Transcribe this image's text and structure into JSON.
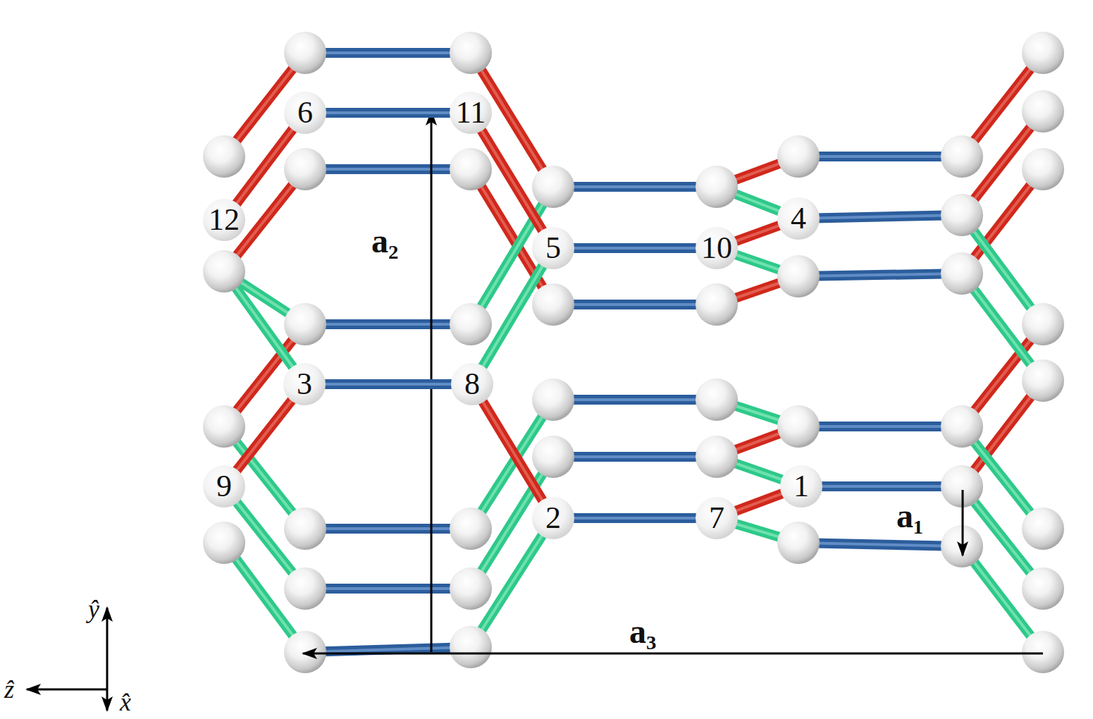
{
  "diagram": {
    "nodes": [
      {
        "text": [
          "6"
        ]
      },
      {
        "text": [
          "11"
        ]
      },
      {
        "text": [
          "12"
        ]
      },
      {
        "text": [
          "4"
        ]
      },
      {
        "text": [
          "5"
        ]
      },
      {
        "text": [
          "10"
        ]
      },
      {
        "text": [
          "3"
        ]
      },
      {
        "text": [
          "8"
        ]
      },
      {
        "text": [
          "1"
        ]
      },
      {
        "text": [
          "9"
        ]
      },
      {
        "text": [
          "2"
        ]
      },
      {
        "text": [
          "7"
        ]
      }
    ],
    "edges": [
      {
        "from": 0,
        "to": 1,
        "arrow": "none"
      },
      {
        "from": 6,
        "to": 7,
        "arrow": "none"
      },
      {
        "from": 4,
        "to": 5,
        "arrow": "none"
      },
      {
        "from": 10,
        "to": 11,
        "arrow": "none"
      },
      {
        "from": 0,
        "to": 2,
        "arrow": "none"
      },
      {
        "from": 6,
        "to": 9,
        "arrow": "none"
      },
      {
        "from": 1,
        "to": 4,
        "arrow": "none"
      },
      {
        "from": 7,
        "to": 10,
        "arrow": "none"
      },
      {
        "from": 5,
        "to": 3,
        "arrow": "none"
      },
      {
        "from": 11,
        "to": 8,
        "arrow": "none"
      },
      {
        "from": 7,
        "to": 4,
        "arrow": "none"
      }
    ],
    "labels": [
      "a₂",
      "a₁",
      "a₃",
      "ŷ",
      "ẑ",
      "x̂"
    ]
  }
}
